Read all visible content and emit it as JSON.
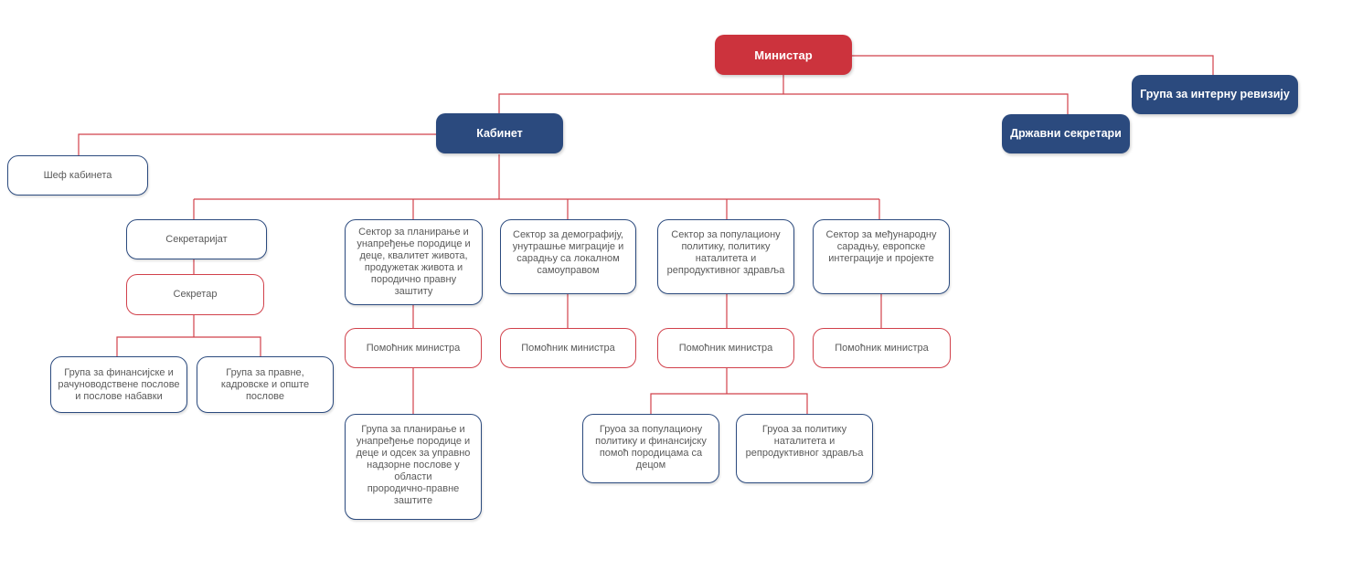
{
  "nodes": {
    "minister": "Министар",
    "internal_audit": "Група за интерну ревизију",
    "cabinet": "Кабинет",
    "state_secretaries": "Државни секретари",
    "chief_of_cabinet": "Шеф кабинета",
    "secretariat": "Секретаријат",
    "secretary": "Секретар",
    "finance_group": "Група за финансијске и\nрачуноводствене послове\nи послове набавки",
    "legal_group": "Група за правне,\nкадровске и опште\nпослове",
    "sector_family": "Сектор за планирање и\nунапређење породице и\nдеце, квалитет живота,\nпродужетак живота и\nпородично правну\nзаштиту",
    "sector_demography": "Сектор за демографију,\nунутрашње миграције и\nсарадњу са локалном\nсамоуправом",
    "sector_population": "Сектор за популациону\nполитику, политику\nнаталитета и\nрепродуктивног здравља",
    "sector_international": "Сектор за међународну\nсарадњу, европске\nинтеграције и пројекте",
    "assistant_1": "Помоћник министра",
    "assistant_2": "Помоћник министра",
    "assistant_3": "Помоћник министра",
    "assistant_4": "Помоћник министра",
    "family_planning_group": "Група за планирање и\nунапређење породице и\nдеце и одсек за управно\nнадзорне послове у\nобласти\nпрородично-правне\nзаштите",
    "population_policy_group": "Груоа за популациону\nполитику и финансијску\nпомоћ породицама са\nдецом",
    "natality_policy_group": "Груоа за политику\nнаталитета и\nрепродуктивног здравља"
  },
  "colors": {
    "accent_red": "#cc333d",
    "accent_blue": "#2b4a7e",
    "connector": "#d1414b"
  }
}
